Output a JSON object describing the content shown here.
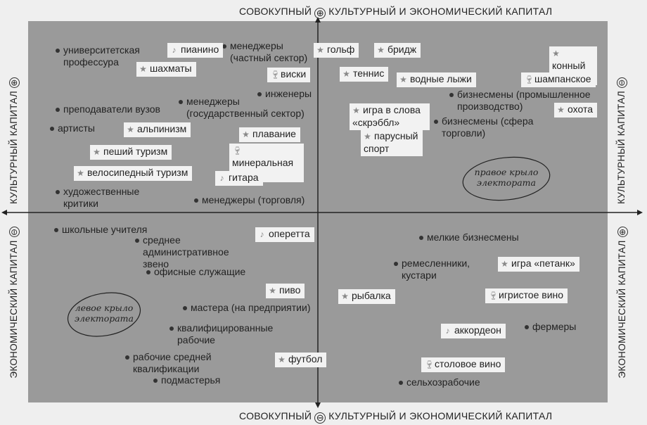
{
  "titles": {
    "top": {
      "left": "СОВОКУПНЫЙ",
      "symbol": "⊕",
      "right": "КУЛЬТУРНЫЙ И ЭКОНОМИЧЕСКИЙ КАПИТАЛ"
    },
    "bottom": {
      "left": "СОВОКУПНЫЙ",
      "symbol": "⊖",
      "right": "КУЛЬТУРНЫЙ И ЭКОНОМИЧЕСКИЙ КАПИТАЛ"
    },
    "left_top": {
      "text": "КУЛЬТУРНЫЙ КАПИТАЛ",
      "symbol": "⊕"
    },
    "left_bottom": {
      "text": "ЭКОНОМИЧЕСКИЙ КАПИТАЛ",
      "symbol": "⊖"
    },
    "right_top": {
      "text": "КУЛЬТУРНЫЙ КАПИТАЛ",
      "symbol": "⊖"
    },
    "right_bottom": {
      "text": "ЭКОНОМИЧЕСКИЙ КАПИТАЛ",
      "symbol": "⊕"
    }
  },
  "icons": {
    "sport": "star-icon",
    "music": "music-note-icon",
    "drink": "glass-icon"
  },
  "wings": {
    "right": "правое крыло электората",
    "left": "левое крыло электората"
  },
  "colors": {
    "plot_bg": "#9a9a9a",
    "label_bg": "#f2f2f2",
    "page_bg": "#efefef"
  },
  "professions": [
    "университетская профессура",
    "менеджеры (частный сектор)",
    "инженеры",
    "менеджеры (государственный сектор)",
    "преподаватели вузов",
    "артисты",
    "художественные критики",
    "менеджеры (торговля)",
    "бизнесмены (промышленное производство)",
    "бизнесмены (сфера торговли)",
    "школьные учителя",
    "среднее административное звено",
    "офисные служащие",
    "мастера (на предприятии)",
    "квалифицированные рабочие",
    "рабочие средней квалификации",
    "подмастерья",
    "мелкие бизнесмены",
    "ремесленники, кустари",
    "фермеры",
    "сельхозрабочие"
  ],
  "practices": [
    "пианино",
    "шахматы",
    "виски",
    "альпинизм",
    "плавание",
    "пеший туризм",
    "минеральная вода",
    "велосипедный туризм",
    "гитара",
    "гольф",
    "бридж",
    "теннис",
    "водные лыжи",
    "игра в слова «скрэббл»",
    "парусный спорт",
    "конный спорт",
    "шампанское",
    "охота",
    "оперетта",
    "пиво",
    "футбол",
    "рыбалка",
    "игра «петанк»",
    "игристое вино",
    "аккордеон",
    "столовое вино"
  ]
}
